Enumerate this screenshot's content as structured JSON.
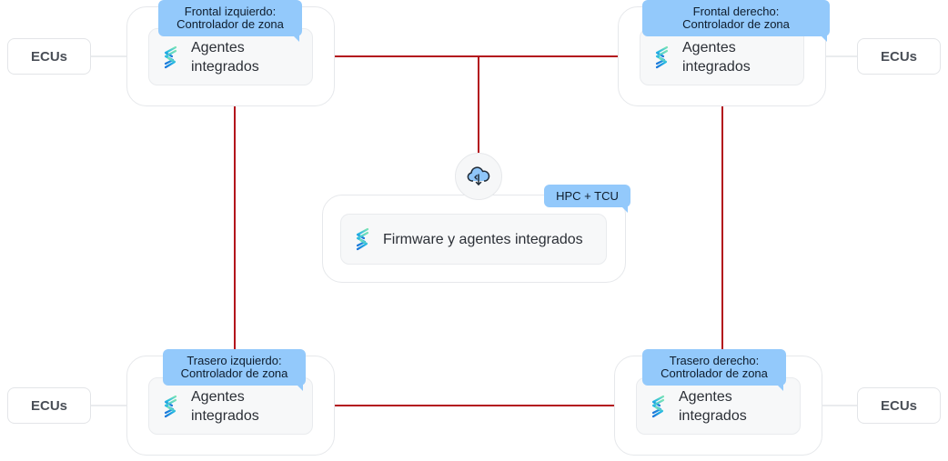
{
  "zones": {
    "front_left": {
      "tag": "Frontal izquierdo:\nControlador de zona",
      "text": "Agentes\nintegrados"
    },
    "front_right": {
      "tag": "Frontal derecho:\nControlador de zona",
      "text": "Agentes\nintegrados"
    },
    "rear_left": {
      "tag": "Trasero izquierdo:\nControlador de zona",
      "text": "Agentes\nintegrados"
    },
    "rear_right": {
      "tag": "Trasero derecho:\nControlador de zona",
      "text": "Agentes\nintegrados"
    }
  },
  "hub": {
    "tag": "HPC + TCU",
    "text": "Firmware y agentes integrados",
    "icon": "cloud-sync-icon"
  },
  "ecus": {
    "label": "ECUs"
  },
  "colors": {
    "link_line": "#b3121c",
    "ecu_line": "#e3e5e8",
    "tag_bg": "#93c9fb",
    "logo_gradient": [
      "#7be3b5",
      "#23b7e5",
      "#1a73d9"
    ]
  }
}
